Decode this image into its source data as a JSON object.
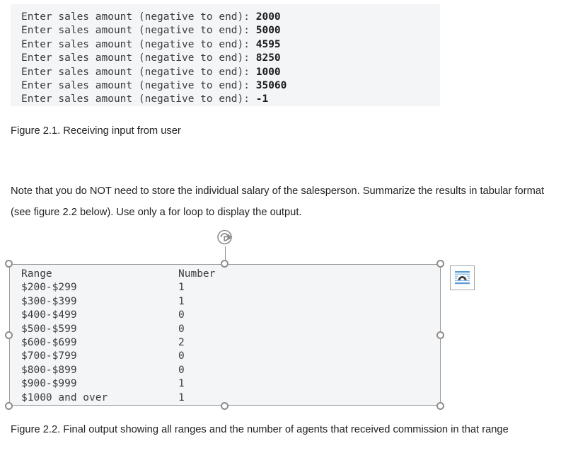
{
  "document": {
    "console_block": {
      "name": "program-console-output",
      "prompt_text": "Enter sales amount (negative to end): ",
      "lines": [
        {
          "prompt": "Enter sales amount (negative to end): ",
          "value": "2000"
        },
        {
          "prompt": "Enter sales amount (negative to end): ",
          "value": "5000"
        },
        {
          "prompt": "Enter sales amount (negative to end): ",
          "value": "4595"
        },
        {
          "prompt": "Enter sales amount (negative to end): ",
          "value": "8250"
        },
        {
          "prompt": "Enter sales amount (negative to end): ",
          "value": "1000"
        },
        {
          "prompt": "Enter sales amount (negative to end): ",
          "value": "35060"
        },
        {
          "prompt": "Enter sales amount (negative to end): ",
          "value": "-1"
        }
      ]
    },
    "caption_1": "Figure 2.1. Receiving input from user",
    "body_paragraph": "Note that you do NOT need to store the individual salary of the salesperson. Summarize the results in tabular format (see figure 2.2 below). Use only a for loop to display the output.",
    "caption_2": "Figure 2.2. Final output showing all ranges and the number of agents that received commission in that range"
  },
  "picture_object": {
    "name": "figure-2-2-image",
    "selected": true,
    "table": {
      "headers": [
        "Range",
        "Number"
      ],
      "rows": [
        {
          "range": "$200-$299",
          "number": "1"
        },
        {
          "range": "$300-$399",
          "number": "1"
        },
        {
          "range": "$400-$499",
          "number": "0"
        },
        {
          "range": "$500-$599",
          "number": "0"
        },
        {
          "range": "$600-$699",
          "number": "2"
        },
        {
          "range": "$700-$799",
          "number": "0"
        },
        {
          "range": "$800-$899",
          "number": "0"
        },
        {
          "range": "$900-$999",
          "number": "1"
        },
        {
          "range": "$1000 and over",
          "number": "1"
        }
      ]
    },
    "handles": {
      "rotate_icon": "rotate-handle-icon",
      "count": 8
    },
    "layout_options": {
      "icon": "layout-options-icon",
      "tooltip": "Layout Options"
    }
  },
  "colors": {
    "console_background": "#f4f5f7",
    "console_text": "#3c3c3c",
    "console_value": "#1b1b1b",
    "body_text": "#222222",
    "selection_handle_border": "#8d8d8d",
    "picture_border": "#9a9a9a",
    "layout_icon_accent": "#5b9bd5",
    "layout_icon_dark": "#404040",
    "page_background": "#ffffff"
  }
}
